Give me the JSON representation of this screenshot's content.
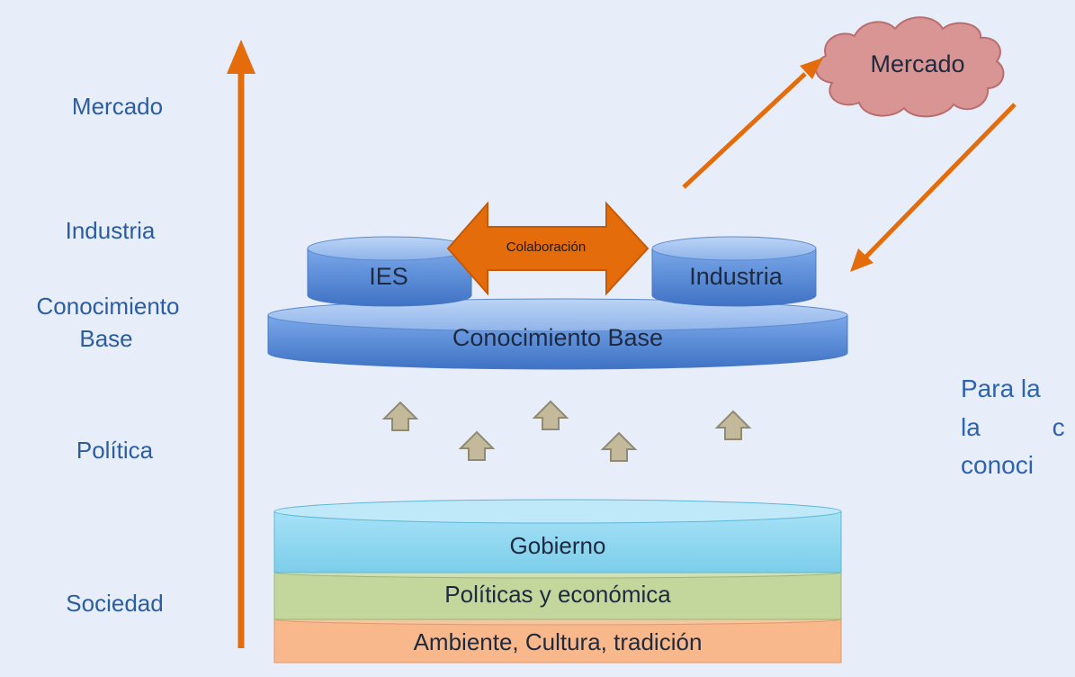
{
  "levels": {
    "mercado": "Mercado",
    "industria": "Industria",
    "conocimiento_base": [
      "Conocimiento",
      "Base"
    ],
    "politica": "Política",
    "sociedad": "Sociedad"
  },
  "nodes": {
    "cloud": "Mercado",
    "ies": "IES",
    "industria": "Industria",
    "colaboracion": "Colaboración",
    "conocimiento_base": "Conocimiento Base"
  },
  "bands": {
    "gobierno": "Gobierno",
    "politicas": "Políticas y económica",
    "ambiente": "Ambiente, Cultura, tradición"
  },
  "side_text": [
    "Para la",
    "la c",
    "conoci"
  ],
  "colors": {
    "background": "#e7eef9",
    "orange_arrow": "#e46c0a",
    "cylinder_blue": "#5b8fd9",
    "cloud": "#d99594",
    "gobierno": "#8fd8f2",
    "politicas": "#c3d69b",
    "ambiente": "#f8b88b",
    "up_arrow": "#c4b99a",
    "text_blue": "#2c5da0"
  }
}
